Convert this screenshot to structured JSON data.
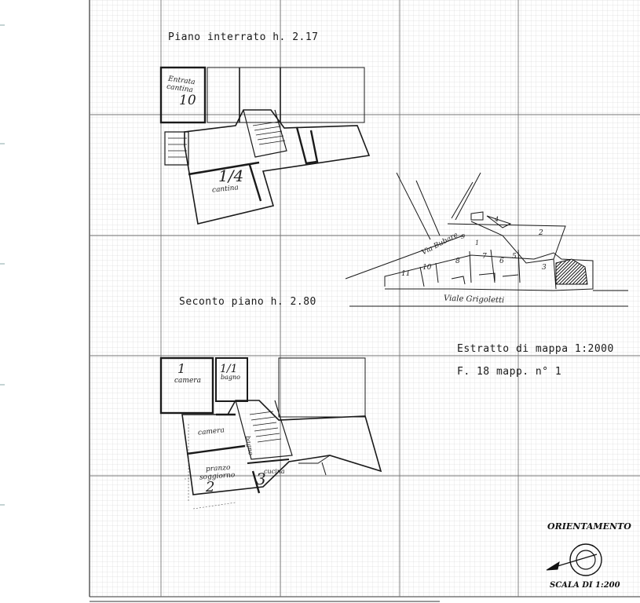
{
  "sections": {
    "basement_title": "Piano interrato h. 2.17",
    "second_floor_title": "Seconto piano h. 2.80",
    "map_extract": "Estratto di mappa 1:2000",
    "map_ref": "F. 18 mapp. n° 1"
  },
  "basement_rooms": {
    "entrance_label_1": "Entrata",
    "entrance_label_2": "cantina",
    "entrance_number": "10",
    "cellar_number": "1/4",
    "cellar_label": "cantina"
  },
  "second_floor_rooms": {
    "room1_number": "1",
    "room1_label": "camera",
    "room2_number": "1/1",
    "room2_label": "bagno",
    "room3_label": "camera",
    "room4_label": "bagno",
    "room5_label_1": "pranzo",
    "room5_label_2": "soggiorno",
    "room5_number": "2",
    "room6_number": "3",
    "room6_label": "cucina"
  },
  "map_labels": {
    "street_main": "Viale Grigoletti",
    "street_side": "Via Bubare",
    "parcels": [
      "1",
      "2",
      "3",
      "4",
      "5",
      "6",
      "7",
      "8",
      "9",
      "10",
      "11"
    ]
  },
  "orientation": {
    "title": "ORIENTAMENTO",
    "scale": "SCALA DI 1:200"
  },
  "colors": {
    "grid_minor": "#c9c9c9",
    "grid_major": "#6a6a6a",
    "ink": "#1a1a1a",
    "hatch": "#222222"
  }
}
